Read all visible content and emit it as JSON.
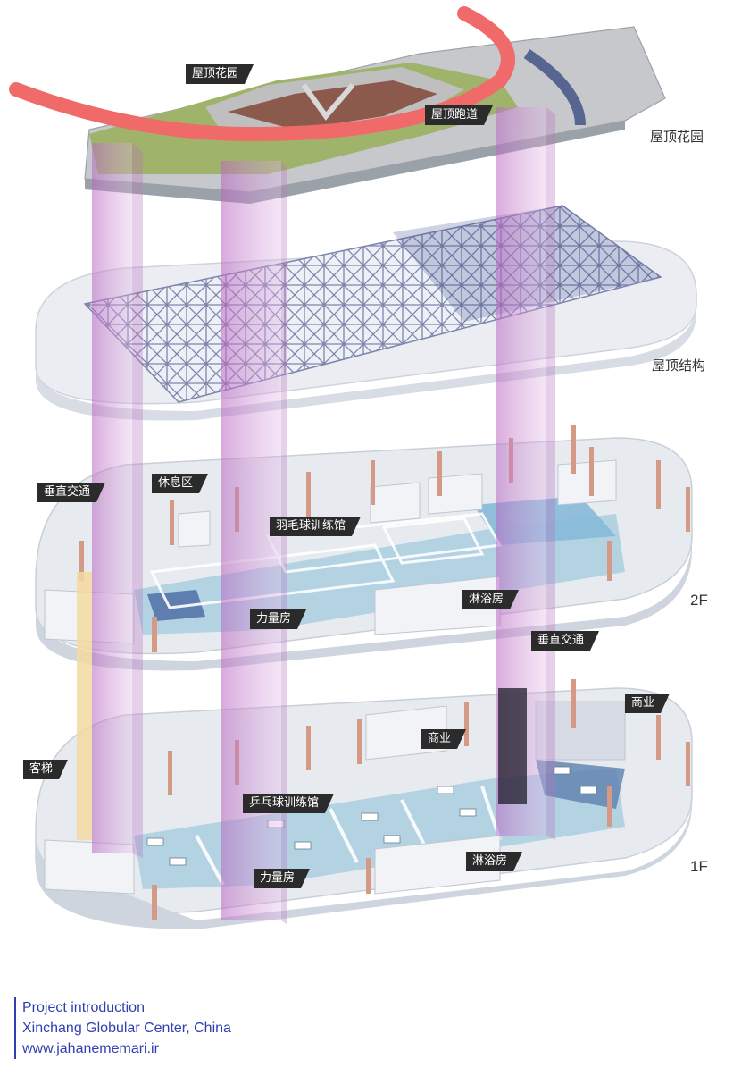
{
  "labels": {
    "roof_garden_tag": "屋顶花园",
    "roof_track_tag": "屋顶跑道",
    "rest_area_tag": "休息区",
    "vertical_traffic_left_tag": "垂直交通",
    "badminton_hall_tag": "羽毛球训练馆",
    "gym_2f_tag": "力量房",
    "shower_2f_tag": "淋浴房",
    "vertical_traffic_right_tag": "垂直交通",
    "commercial_right_tag": "商业",
    "commercial_center_tag": "商业",
    "passenger_lift_tag": "客梯",
    "table_tennis_hall_tag": "乒乓球训练馆",
    "gym_1f_tag": "力量房",
    "shower_1f_tag": "淋浴房"
  },
  "side_labels": {
    "roof_garden": "屋顶花园",
    "roof_structure": "屋顶结构",
    "floor_2f": "2F",
    "floor_1f": "1F"
  },
  "caption": {
    "line1": "Project introduction",
    "line2": "Xinchang Globular Center, China",
    "line3": "www.jahanememari.ir"
  },
  "colors": {
    "track": "#f06a6a",
    "garden": "#9fb36a",
    "core": "#c47bc9",
    "court_blue": "#a9cfe0",
    "caption_blue": "#2f3fb0"
  }
}
